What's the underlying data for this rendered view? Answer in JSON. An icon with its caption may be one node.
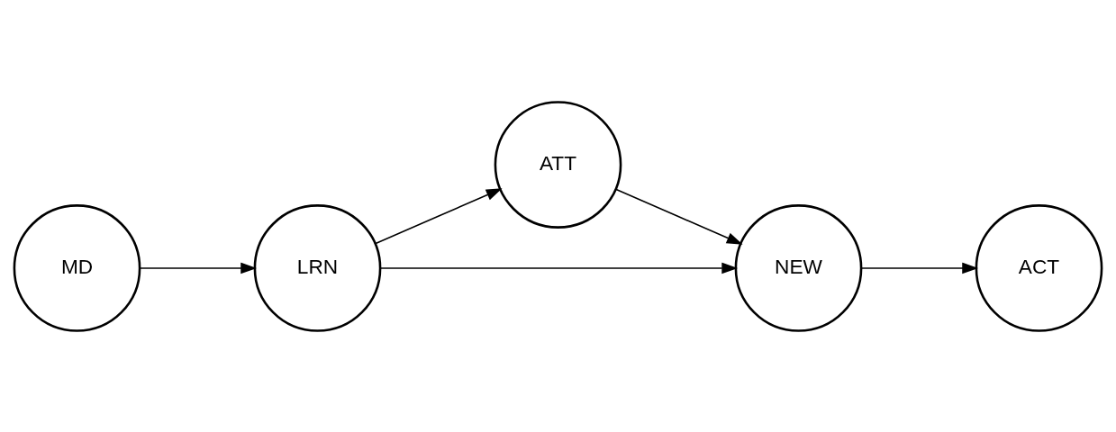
{
  "diagram": {
    "nodes": [
      {
        "text": [
          "MD"
        ]
      },
      {
        "text": [
          "LRN"
        ]
      },
      {
        "text": [
          "ATT"
        ]
      },
      {
        "text": [
          "NEW"
        ]
      },
      {
        "text": [
          "ACT"
        ]
      }
    ],
    "edges": [
      {
        "from": 0,
        "to": 1,
        "arrow": "to"
      },
      {
        "from": 1,
        "to": 2,
        "arrow": "to"
      },
      {
        "from": 2,
        "to": 3,
        "arrow": "to"
      },
      {
        "from": 1,
        "to": 3,
        "arrow": "to"
      },
      {
        "from": 3,
        "to": 4,
        "arrow": "to"
      }
    ]
  }
}
